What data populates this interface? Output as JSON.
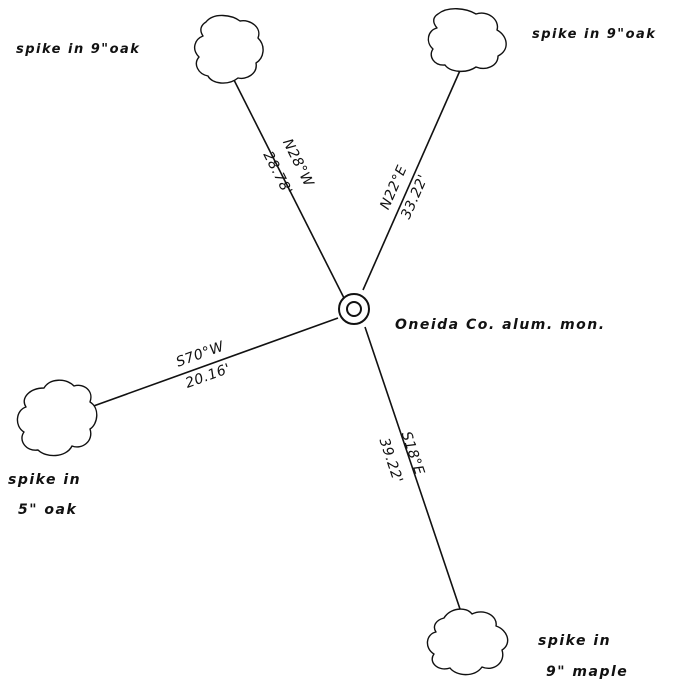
{
  "monument": {
    "label": "Oneida Co. alum. mon."
  },
  "reference_ties": [
    {
      "id": "nw",
      "bearing": "N28°W",
      "distance": "28.78'",
      "object_line1": "spike in 9\"oak",
      "object_line2": ""
    },
    {
      "id": "ne",
      "bearing": "N22°E",
      "distance": "33.22'",
      "object_line1": "spike in 9\"oak",
      "object_line2": ""
    },
    {
      "id": "sw",
      "bearing": "S70°W",
      "distance": "20.16'",
      "object_line1": "spike in",
      "object_line2": "5\" oak"
    },
    {
      "id": "se",
      "bearing": "S18°E",
      "distance": "39.22'",
      "object_line1": "spike in",
      "object_line2": "9\" maple"
    }
  ],
  "colors": {
    "ink": "#111111",
    "paper": "#ffffff"
  }
}
